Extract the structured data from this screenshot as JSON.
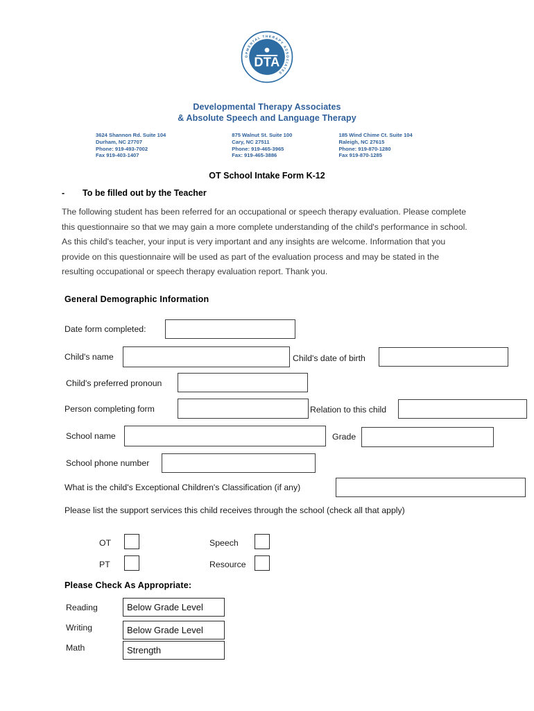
{
  "brand": {
    "logo_text": "DTA",
    "logo_ring_text": "DEVELOPMENTAL THERAPY ASSOCIATES",
    "logo_color": "#2e6da4",
    "heading_color": "#2e5f9a",
    "practice_name_line1": "Developmental Therapy Associates",
    "practice_name_line2": "& Absolute Speech and Language Therapy"
  },
  "addresses": [
    {
      "street": "3624 Shannon Rd. Suite 104",
      "city": "Durham, NC 27707",
      "phone": "Phone: 919-493-7002",
      "fax": "Fax 919-403-1407"
    },
    {
      "street": "875 Walnut St. Suite 100",
      "city": "Cary, NC 27511",
      "phone": "Phone: 919-465-3965",
      "fax": "Fax: 919-465-3886"
    },
    {
      "street": "185 Wind Chime Ct. Suite 104",
      "city": "Raleigh, NC 27615",
      "phone": "Phone: 919-870-1280",
      "fax": "Fax 919-870-1285"
    }
  ],
  "document": {
    "title": "OT School Intake Form K-12",
    "bullet_dash": "-",
    "bullet_heading": "To be filled out by the Teacher",
    "intro_paragraph": "The following student has been referred for an occupational or speech therapy evaluation. Please complete this questionnaire so that we may gain a more complete understanding of the child's performance in school. As this child's teacher, your input is very important and any insights are welcome. Information that you provide on this questionnaire will be used as part of the evaluation process and may be stated in the resulting occupational or speech therapy evaluation report. Thank you.",
    "section_heading": "General Demographic Information"
  },
  "fields": {
    "date_form_completed": {
      "label": "Date form completed:",
      "value": ""
    },
    "childs_name": {
      "label": "Child's name",
      "value": ""
    },
    "childs_dob": {
      "label": "Child's date of birth",
      "value": ""
    },
    "childs_pronoun": {
      "label": "Child's preferred pronoun",
      "value": ""
    },
    "person_completing": {
      "label": "Person completing form",
      "value": ""
    },
    "relation_to_child": {
      "label": "Relation to this child",
      "value": ""
    },
    "school_name": {
      "label": "School name",
      "value": ""
    },
    "grade": {
      "label": "Grade",
      "value": ""
    },
    "school_phone": {
      "label": "School phone number",
      "value": ""
    },
    "ec_classification": {
      "label": "What is the child's Exceptional Children's Classification (if any)",
      "value": ""
    }
  },
  "support_services": {
    "prompt": "Please list the support services this child receives through the school (check all that apply)",
    "options": [
      {
        "label": "OT",
        "checked": false
      },
      {
        "label": "PT",
        "checked": false
      },
      {
        "label": "Speech",
        "checked": false
      },
      {
        "label": "Resource",
        "checked": false
      }
    ]
  },
  "check_as_appropriate": {
    "heading": "Please Check As Appropriate:",
    "rows": [
      {
        "label": "Reading",
        "value": "Below Grade Level"
      },
      {
        "label": "Writing",
        "value": "Below Grade Level"
      },
      {
        "label": "Math",
        "value": "Strength"
      }
    ]
  }
}
